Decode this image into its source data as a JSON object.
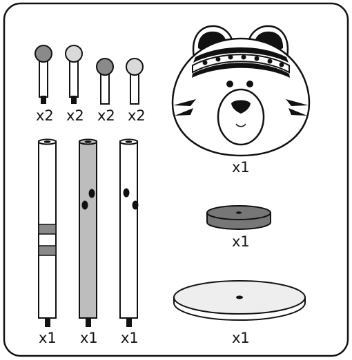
{
  "parts": {
    "pins": [
      {
        "qty": "x2",
        "head_color": "#8a8a8a"
      },
      {
        "qty": "x2",
        "head_color": "#d9d9d9"
      },
      {
        "qty": "x2",
        "head_color": "#8a8a8a"
      },
      {
        "qty": "x2",
        "head_color": "#d9d9d9"
      }
    ],
    "posts": [
      {
        "qty": "x1",
        "color": "#ffffff",
        "band_color": "#8a8a8a"
      },
      {
        "qty": "x1",
        "color": "#bdbdbd"
      },
      {
        "qty": "x1",
        "color": "#ffffff"
      }
    ],
    "tiger_head": {
      "qty": "x1"
    },
    "small_disc": {
      "qty": "x1",
      "color": "#777777"
    },
    "large_base": {
      "qty": "x1",
      "color": "#eeeeee"
    }
  },
  "colors": {
    "outline": "#111111",
    "dark_gray": "#777777",
    "light_gray": "#d9d9d9"
  }
}
